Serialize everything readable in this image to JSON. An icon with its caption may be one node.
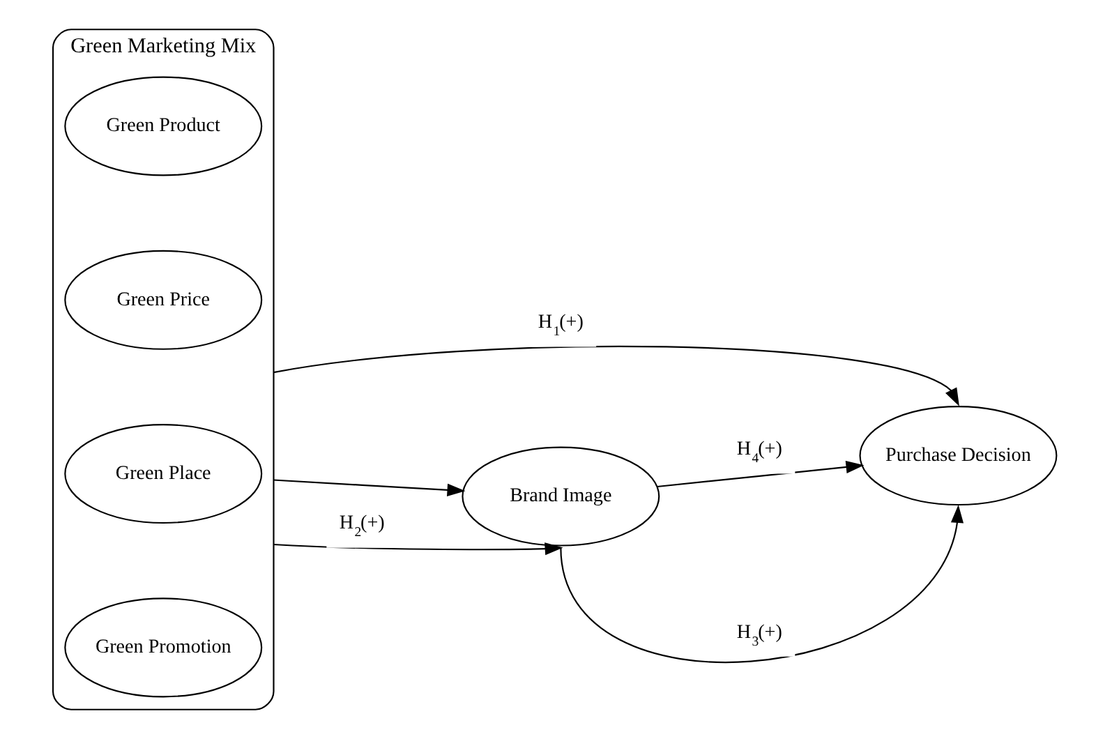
{
  "diagram": {
    "nodes": [
      {
        "text": [
          "Green Marketing Mix"
        ]
      },
      {
        "text": [
          "Green Product"
        ],
        "in": 0
      },
      {
        "text": [
          "Green Price"
        ],
        "in": 0
      },
      {
        "text": [
          "Green Place"
        ],
        "in": 0
      },
      {
        "text": [
          "Green Promotion"
        ],
        "in": 0
      },
      {
        "text": [
          "Brand Image"
        ]
      },
      {
        "text": [
          "Purchase Decision"
        ]
      }
    ],
    "edges": [
      {
        "from": 0,
        "to": 6,
        "arrow": "to",
        "label": "H$_{1}$(+)"
      },
      {
        "from": 0,
        "to": 5,
        "arrow": "to"
      },
      {
        "from": 0,
        "to": 5,
        "arrow": "to",
        "label": "H$_{2}$(+)"
      },
      {
        "from": 5,
        "to": 6,
        "arrow": "to",
        "label": "H$_{4}$(+)"
      },
      {
        "from": 5,
        "to": 6,
        "arrow": "to",
        "label": "H$_{3}$(+)"
      }
    ]
  }
}
